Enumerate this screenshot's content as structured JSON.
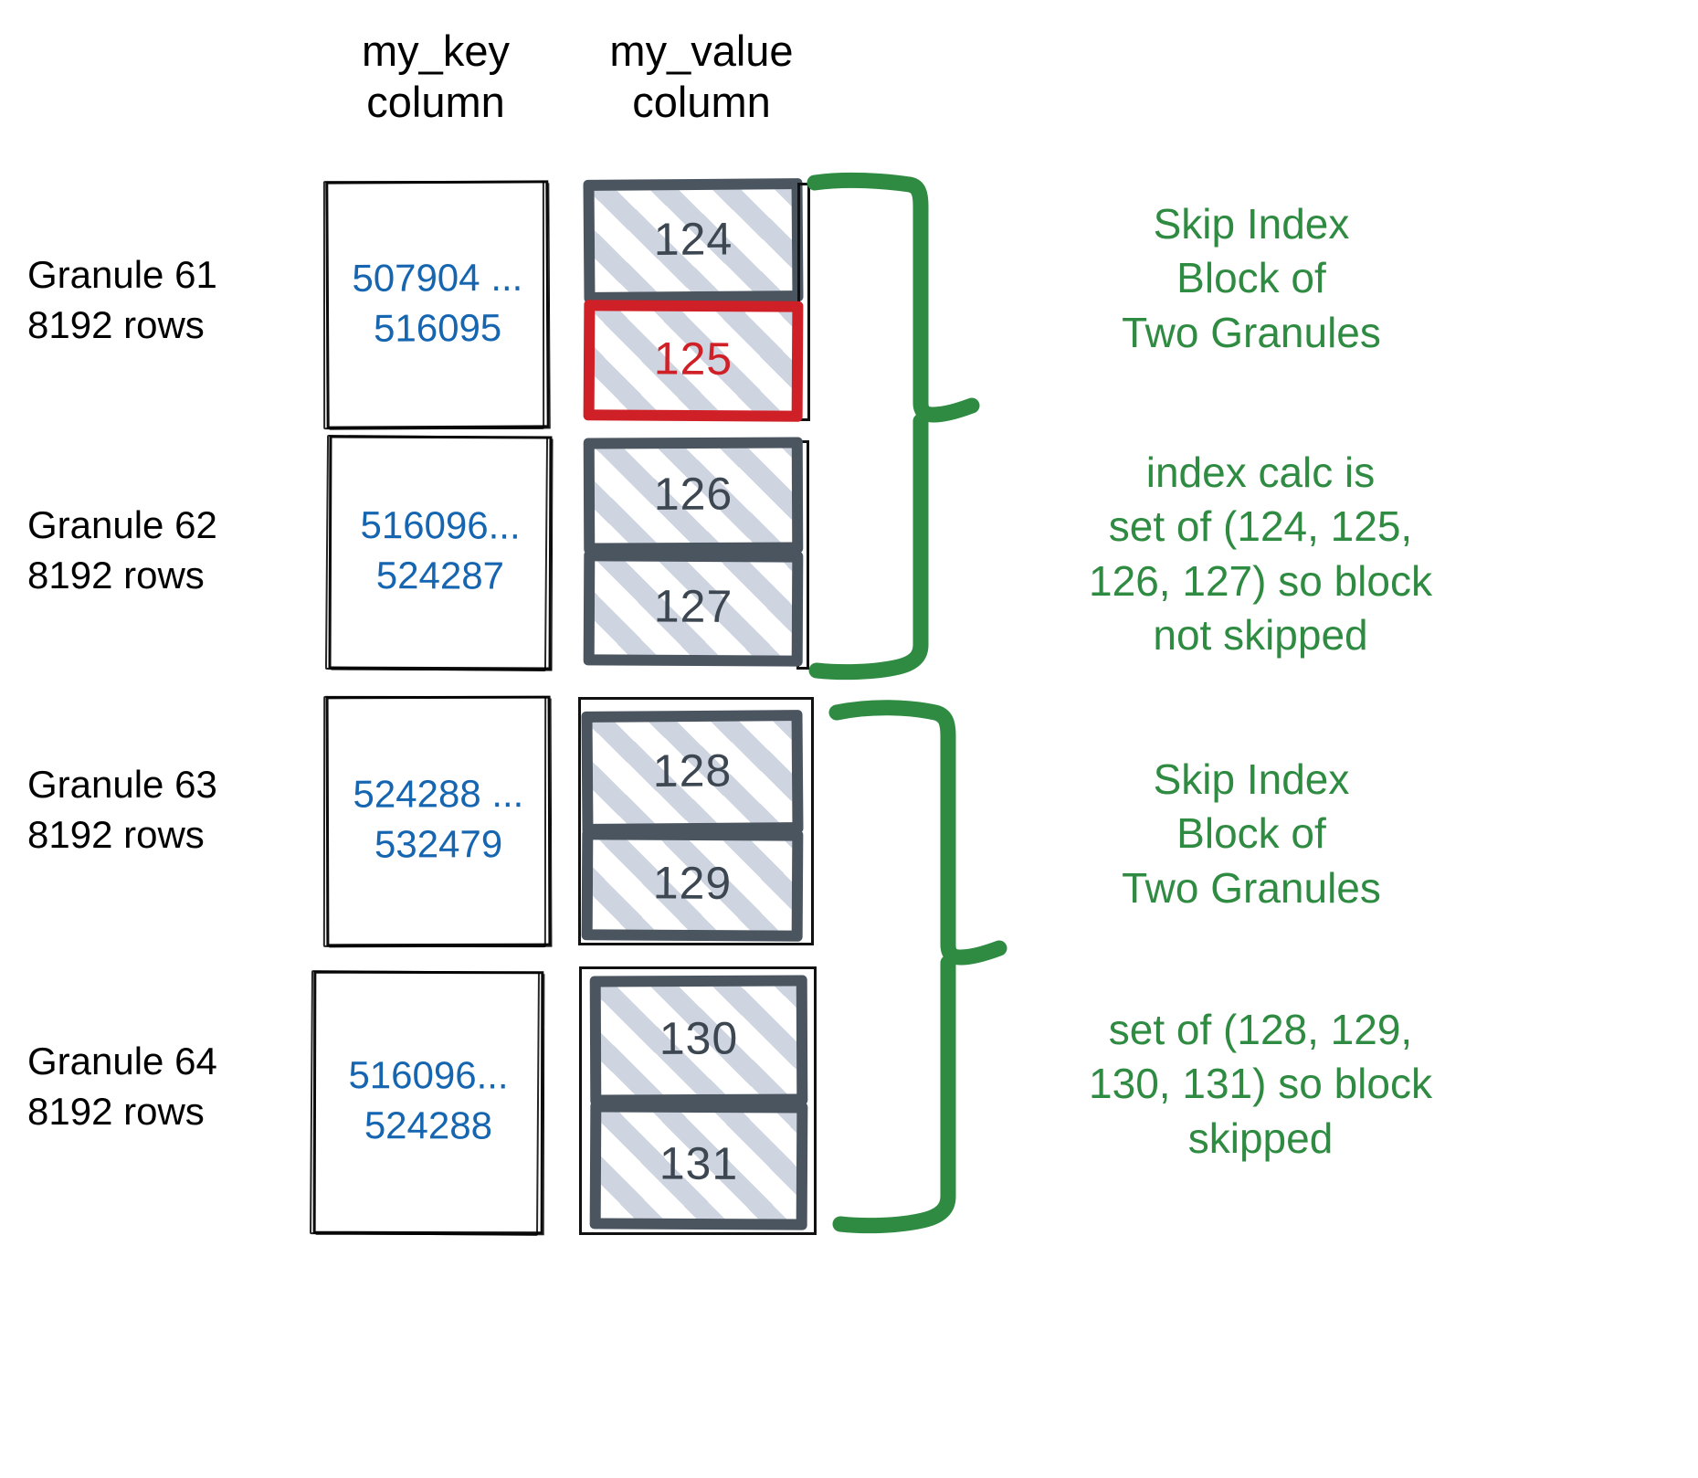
{
  "headers": {
    "key_column": "my_key\ncolumn",
    "value_column": "my_value\ncolumn"
  },
  "colors": {
    "key_text": "#1565b0",
    "value_text": "#3d4752",
    "value_border": "#4a5560",
    "highlight": "#cf2027",
    "annotation_green": "#2e8b41",
    "hatch": "#ced5e0",
    "outline_black": "#0b0b0b"
  },
  "granules": [
    {
      "label": "Granule 61\n8192 rows",
      "key_range": "507904 ...\n516095",
      "values": [
        {
          "text": "124",
          "highlighted": false
        },
        {
          "text": "125",
          "highlighted": true
        }
      ]
    },
    {
      "label": "Granule 62\n8192 rows",
      "key_range": "516096...\n524287",
      "values": [
        {
          "text": "126",
          "highlighted": false
        },
        {
          "text": "127",
          "highlighted": false
        }
      ]
    },
    {
      "label": "Granule 63\n8192 rows",
      "key_range": "524288 ...\n532479",
      "values": [
        {
          "text": "128",
          "highlighted": false
        },
        {
          "text": "129",
          "highlighted": false
        }
      ]
    },
    {
      "label": "Granule 64\n8192 rows",
      "key_range": "516096...\n524288",
      "values": [
        {
          "text": "130",
          "highlighted": false
        },
        {
          "text": "131",
          "highlighted": false
        }
      ]
    }
  ],
  "annotations": [
    {
      "text": "Skip Index\nBlock of\nTwo Granules"
    },
    {
      "text": "index calc is\nset of (124, 125,\n126, 127) so block\nnot skipped"
    },
    {
      "text": "Skip Index\nBlock of\nTwo Granules"
    },
    {
      "text": "set of (128, 129,\n130, 131) so block\nskipped"
    }
  ]
}
